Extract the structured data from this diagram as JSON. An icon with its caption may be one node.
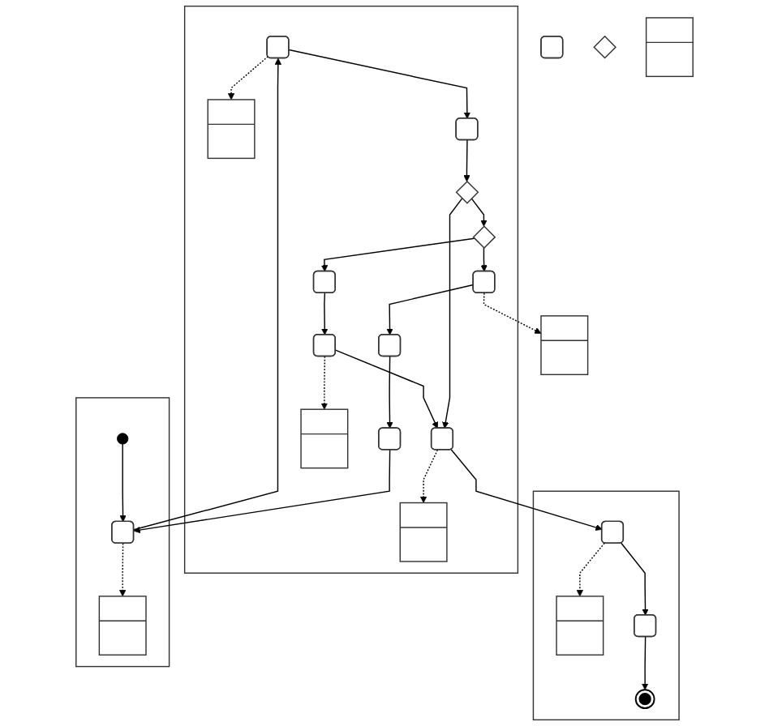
{
  "diagram": {
    "nodes": [
      {
        "text": [],
        "shape": "band"
      },
      {
        "text": [],
        "shape": "band"
      },
      {
        "text": [],
        "shape": "band"
      },
      {
        "text": [],
        "shape": "circle",
        "in": 0
      },
      {
        "text": [],
        "shape": "box",
        "in": 0
      },
      {
        "text": [],
        "shape": "box",
        "in": 0
      },
      {
        "text": [],
        "shape": "box",
        "in": 1
      },
      {
        "text": [],
        "shape": "box",
        "in": 1
      },
      {
        "text": [],
        "shape": "box",
        "in": 1
      },
      {
        "text": [],
        "shape": "diamond",
        "in": 1
      },
      {
        "text": [],
        "shape": "diamond",
        "in": 1
      },
      {
        "text": [],
        "shape": "box",
        "in": 1
      },
      {
        "text": [],
        "shape": "box",
        "in": 1
      },
      {
        "text": [],
        "shape": "box"
      },
      {
        "text": [],
        "shape": "box",
        "in": 1
      },
      {
        "text": [],
        "shape": "box",
        "in": 1
      },
      {
        "text": [],
        "shape": "box",
        "in": 1
      },
      {
        "text": [],
        "shape": "box",
        "in": 1
      },
      {
        "text": [],
        "shape": "box",
        "in": 1
      },
      {
        "text": [],
        "shape": "box",
        "in": 1
      },
      {
        "text": [],
        "shape": "box",
        "in": 2
      },
      {
        "text": [],
        "shape": "box",
        "in": 2
      },
      {
        "text": [],
        "shape": "box",
        "in": 2
      },
      {
        "text": [],
        "shape": "circle",
        "in": 2
      },
      {
        "text": [],
        "shape": "box"
      },
      {
        "text": [],
        "shape": "diamond"
      },
      {
        "text": [],
        "shape": "box"
      }
    ],
    "edges": [
      {
        "from": 3,
        "to": 4,
        "arrow": "to"
      },
      {
        "from": 4,
        "to": 6,
        "arrow": "to"
      },
      {
        "from": 4,
        "to": 5,
        "arrow": "to",
        "style": "dashed"
      },
      {
        "from": 6,
        "to": 7,
        "arrow": "to",
        "style": "dashed"
      },
      {
        "from": 6,
        "to": 8,
        "arrow": "to"
      },
      {
        "from": 8,
        "to": 9,
        "arrow": "to"
      },
      {
        "from": 9,
        "to": 10,
        "arrow": "to"
      },
      {
        "from": 9,
        "to": 19,
        "arrow": "to"
      },
      {
        "from": 10,
        "to": 11,
        "arrow": "to"
      },
      {
        "from": 10,
        "to": 12,
        "arrow": "to"
      },
      {
        "from": 11,
        "to": 13,
        "arrow": "to",
        "style": "dashed"
      },
      {
        "from": 11,
        "to": 14,
        "arrow": "to"
      },
      {
        "from": 14,
        "to": 16,
        "arrow": "to"
      },
      {
        "from": 16,
        "to": 4,
        "arrow": "to"
      },
      {
        "from": 12,
        "to": 15,
        "arrow": "to"
      },
      {
        "from": 15,
        "to": 17,
        "arrow": "to",
        "style": "dashed"
      },
      {
        "from": 15,
        "to": 19,
        "arrow": "to"
      },
      {
        "from": 19,
        "to": 18,
        "arrow": "to",
        "style": "dashed"
      },
      {
        "from": 19,
        "to": 21,
        "arrow": "to"
      },
      {
        "from": 21,
        "to": 20,
        "arrow": "to",
        "style": "dashed"
      },
      {
        "from": 21,
        "to": 22,
        "arrow": "to"
      },
      {
        "from": 22,
        "to": 23,
        "arrow": "to"
      }
    ]
  }
}
